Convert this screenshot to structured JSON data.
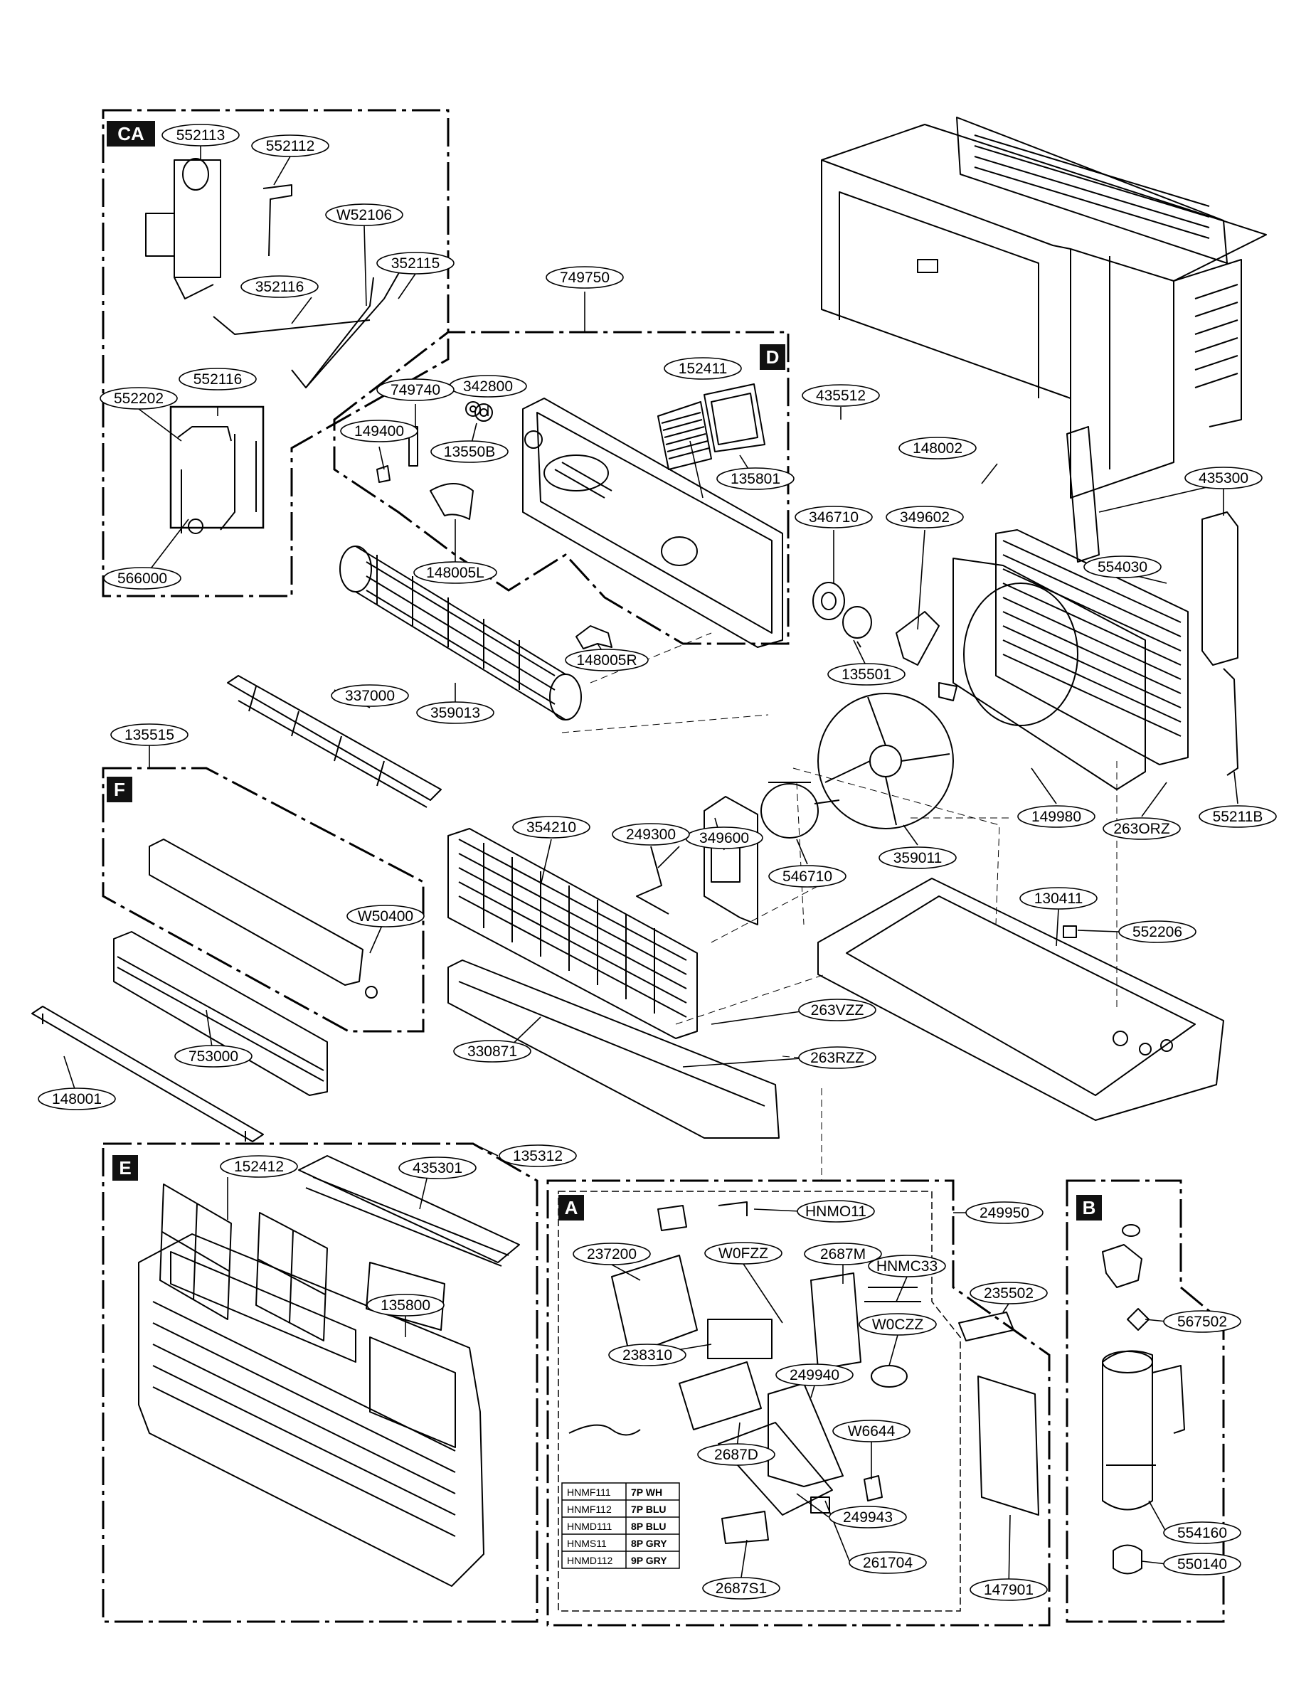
{
  "sections": {
    "CA": "CA",
    "D": "D",
    "F": "F",
    "E": "E",
    "A": "A",
    "B": "B"
  },
  "parts": {
    "p552113": "552113",
    "p552112": "552112",
    "pW52106": "W52106",
    "p352115": "352115",
    "p352116": "352116",
    "p552116": "552116",
    "p552202": "552202",
    "p566000": "566000",
    "p749750": "749750",
    "p342800": "342800",
    "p749740": "749740",
    "p149400": "149400",
    "p13550B": "13550B",
    "p152411": "152411",
    "p135801": "135801",
    "p148005L": "148005L",
    "p148005R": "148005R",
    "p359013": "359013",
    "p435512": "435512",
    "p148002": "148002",
    "p435300": "435300",
    "p346710": "346710",
    "p349602": "349602",
    "p554030": "554030",
    "p135501": "135501",
    "p337000": "337000",
    "p135515": "135515",
    "p349600": "349600",
    "p249300": "249300",
    "p354210": "354210",
    "p546710": "546710",
    "p359011": "359011",
    "p149980": "149980",
    "p263ORZ": "263ORZ",
    "p55211B": "55211B",
    "pW50400": "W50400",
    "p130411": "130411",
    "p552206": "552206",
    "p753000": "753000",
    "p148001": "148001",
    "p263VZZ": "263VZZ",
    "p263RZZ": "263RZZ",
    "p330871": "330871",
    "p135312": "135312",
    "p152412": "152412",
    "p435301": "435301",
    "p135800": "135800",
    "pHNMO11": "HNMO11",
    "p249950": "249950",
    "p237200": "237200",
    "pW0FZZ": "W0FZZ",
    "p2687M": "2687M",
    "pHNMC33": "HNMC33",
    "p235502": "235502",
    "pW0CZZ": "W0CZZ",
    "p238310": "238310",
    "p249940": "249940",
    "p2687D": "2687D",
    "pW6644": "W6644",
    "p249943": "249943",
    "p261704": "261704",
    "p2687S1": "2687S1",
    "p147901": "147901",
    "p567502": "567502",
    "p554160": "554160",
    "p550140": "550140"
  },
  "harness_table": [
    {
      "code": "HNMF111",
      "spec": "7P WH"
    },
    {
      "code": "HNMF112",
      "spec": "7P BLU"
    },
    {
      "code": "HNMD111",
      "spec": "8P BLU"
    },
    {
      "code": "HNMS11",
      "spec": "8P GRY"
    },
    {
      "code": "HNMD112",
      "spec": "9P GRY"
    }
  ]
}
